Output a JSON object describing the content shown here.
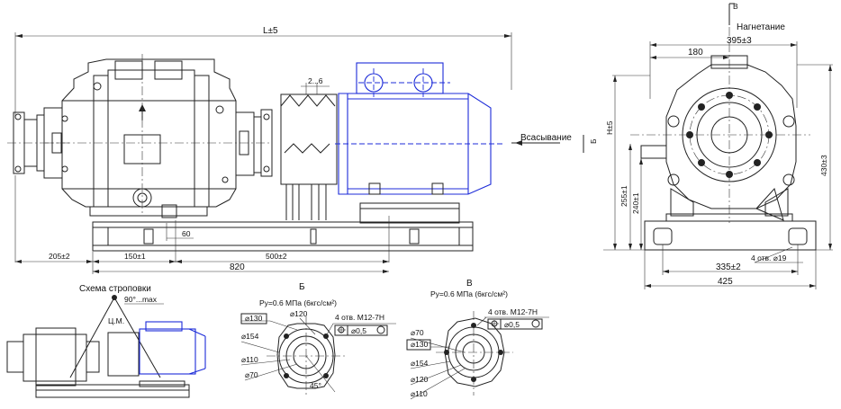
{
  "labels": {
    "overall_length": "L±5",
    "height_h": "H±5",
    "width_395": "395±3",
    "dim_180": "180",
    "height_430": "430±3",
    "height_255": "255±1",
    "height_240": "240±1",
    "dim_335": "335±2",
    "dim_425": "425",
    "holes_19": "4 отв. ⌀19",
    "dim_205": "205±2",
    "dim_150": "150±1",
    "dim_500": "500±2",
    "dim_820": "820",
    "dim_60": "60",
    "dim_2_6": "2...6",
    "suction": "Всасывание",
    "discharge": "Нагнетание",
    "view_b_marker": "Б",
    "view_v_marker": "В",
    "sling_title": "Схема строповки",
    "sling_angle": "90°...max",
    "sling_cm": "Ц.М.",
    "view_b_title": "Б",
    "view_v_title": "В",
    "pressure_b": "Pу=0.6 МПа (6кгс/см²)",
    "pressure_v": "Pу=0.6 МПа (6кгс/см²)",
    "b_d130": "⌀130",
    "b_d154": "⌀154",
    "b_d110": "⌀110",
    "b_d70": "⌀70",
    "b_d120": "⌀120",
    "b_45": "45°",
    "b_holes": "4 отв. М12-7Н",
    "b_tol": "⌀0,5",
    "v_d70": "⌀70",
    "v_d130": "⌀130",
    "v_d154": "⌀154",
    "v_d120": "⌀120",
    "v_d110": "⌀110",
    "v_holes": "4 отв. М12-7Н",
    "v_tol": "⌀0,5"
  }
}
